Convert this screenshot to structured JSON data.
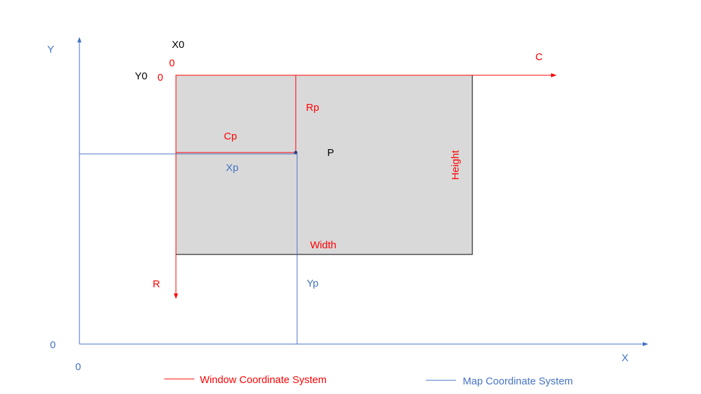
{
  "colors": {
    "window": "#ff0000",
    "map": "#4472c4",
    "rect_fill": "#d9d9d9"
  },
  "labels": {
    "y_axis": "Y",
    "x_axis": "X",
    "origin_y": "0",
    "origin_x": "0",
    "x0": "X0",
    "y0": "Y0",
    "win_origin_c": "0",
    "win_origin_r": "0",
    "c_axis": "C",
    "r_axis": "R",
    "rp": "Rp",
    "cp": "Cp",
    "p": "P",
    "xp": "Xp",
    "yp": "Yp",
    "width": "Width",
    "height": "Height"
  },
  "legend": [
    {
      "label": "Window Coordinate System"
    },
    {
      "label": "Map Coordinate System"
    }
  ]
}
